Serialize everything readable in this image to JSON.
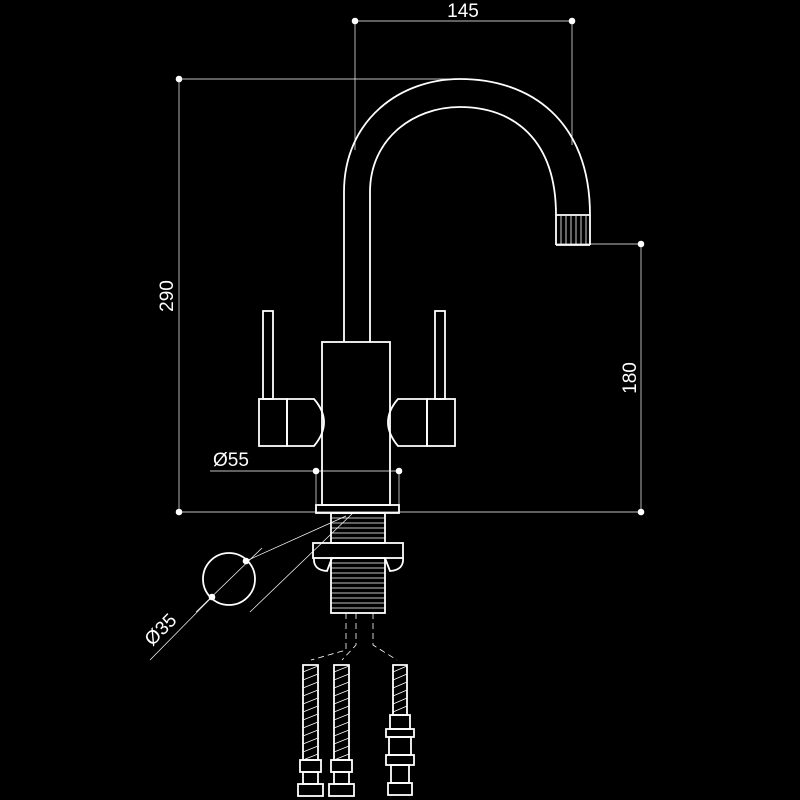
{
  "drawing": {
    "background_color": "#000000",
    "line_color": "#ffffff",
    "dimensions": {
      "spout_reach": "145",
      "total_height": "290",
      "outlet_height": "180",
      "body_diameter": "Ø55",
      "hole_diameter": "Ø35"
    }
  }
}
